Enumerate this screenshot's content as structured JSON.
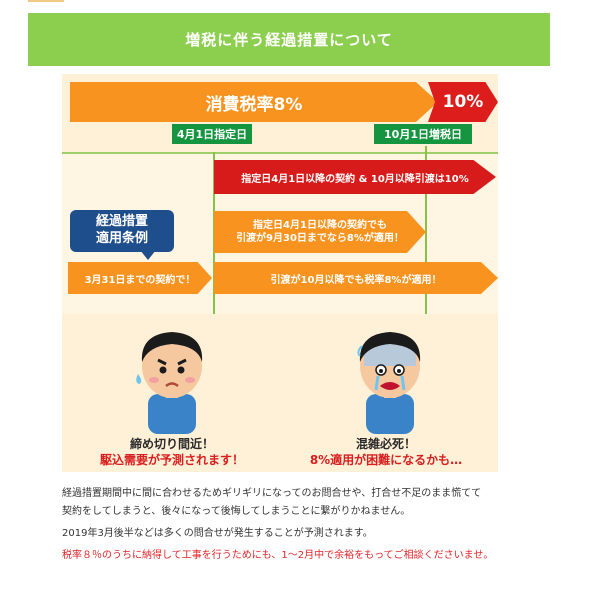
{
  "header": {
    "title": "増税に伴う経過措置について"
  },
  "timeline": {
    "tax_8_label": "消費税率8%",
    "tax_10_label": "10%",
    "date_designated": "4月1日指定日",
    "date_increase": "10月1日増税日",
    "rule_after_designated": "指定日4月1日以降の契約 & 10月以降引渡は10%",
    "rule_delivery_line1": "指定日4月1日以降の契約でも",
    "rule_delivery_line2": "引渡が9月30日までなら8%が適用！",
    "rule_before_mar31": "3月31日までの契約で！",
    "rule_after_oct": "引渡が10月以降でも税率8%が適用！",
    "callout_line1": "経過措置",
    "callout_line2": "適用条例"
  },
  "captions": {
    "left_line1": "締め切り間近！",
    "left_line2": "駆込需要が予測されます！",
    "right_line1": "混雑必死！",
    "right_line2": "8%適用が困難になるかも…"
  },
  "body": {
    "paragraph1_line1": "経過措置期間中に間に合わせるためギリギリになってのお問合せや、打合せ不足のまま慌てて",
    "paragraph1_line2": "契約をしてしまうと、後々になって後悔してしまうことに繋がりかねません。",
    "paragraph2": "2019年3月後半などは多くの問合せが発生することが予測されます。",
    "paragraph3": "税率８％のうちに納得して工事を行うためにも、1～2月中で余裕をもってご相談くださいませ。"
  },
  "colors": {
    "banner_green": "#8ccf4f",
    "arrow_orange": "#f7931e",
    "arrow_red": "#d71b1b",
    "badge_green": "#15953f",
    "callout_navy": "#1f4e8c",
    "warning_red": "#e0262a"
  },
  "icons": {
    "left_character": "worried-boy-icon",
    "right_character": "crying-boy-icon"
  }
}
